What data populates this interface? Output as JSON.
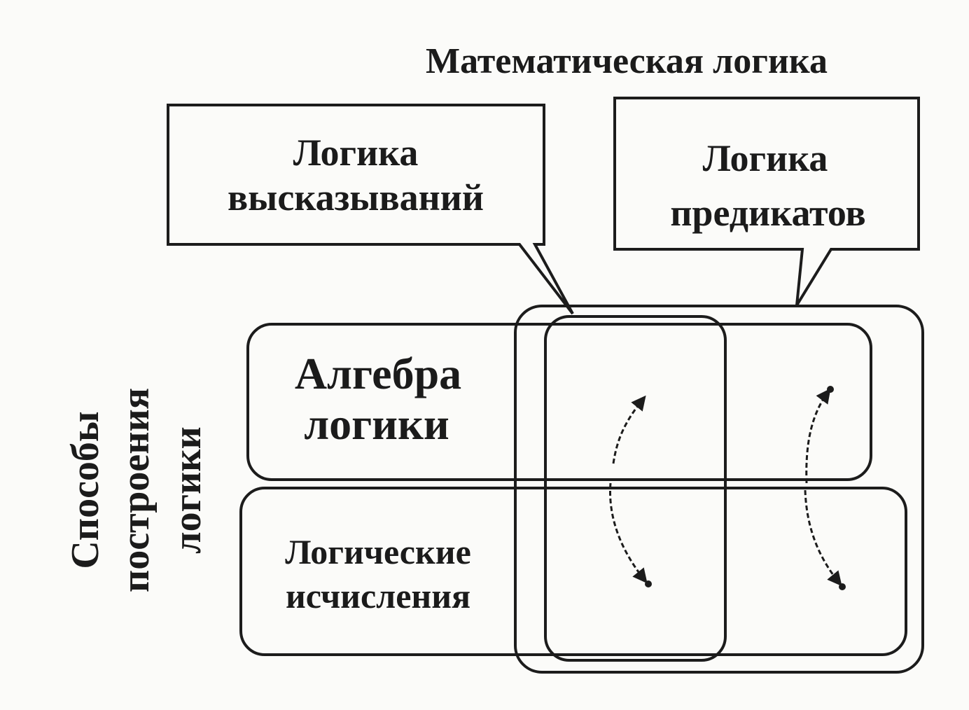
{
  "header": {
    "title": "Математическая логика"
  },
  "callouts": {
    "propositional": [
      "Логика",
      "высказываний"
    ],
    "predicate": [
      "Логика",
      "предикатов"
    ]
  },
  "rows": {
    "algebra": [
      "Алгебра",
      "логики"
    ],
    "calculus": [
      "Логические",
      "исчисления"
    ]
  },
  "side_label": [
    "Способы",
    "построения",
    "логики"
  ],
  "colors": {
    "ink": "#1c1c1c",
    "paper": "#fbfbf9"
  }
}
